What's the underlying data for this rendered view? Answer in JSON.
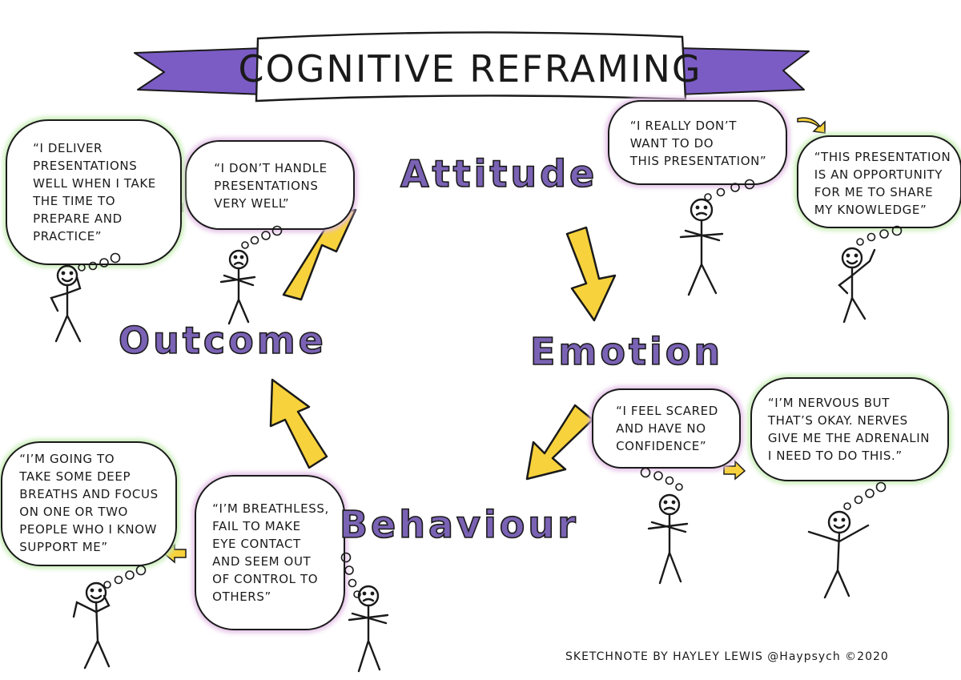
{
  "title": "COGNITIVE REFRAMING",
  "stages": [
    {
      "id": "attitude",
      "label": "Attitude"
    },
    {
      "id": "emotion",
      "label": "Emotion"
    },
    {
      "id": "behaviour",
      "label": "Behaviour"
    },
    {
      "id": "outcome",
      "label": "Outcome"
    }
  ],
  "thoughts": {
    "attitude": {
      "negative": "“I REALLY DON’T\nWANT TO DO\nTHIS PRESENTATION”",
      "reframed": "“THIS PRESENTATION\nIS AN OPPORTUNITY\nFOR ME TO SHARE\nMY KNOWLEDGE”"
    },
    "emotion": {
      "negative": "“I FEEL SCARED\nAND HAVE NO\nCONFIDENCE”",
      "reframed": "“I’M NERVOUS BUT\nTHAT’S OKAY. NERVES\nGIVE ME THE ADRENALIN\nI NEED TO DO THIS.”"
    },
    "behaviour": {
      "negative": "“I’M BREATHLESS,\nFAIL TO MAKE\nEYE CONTACT\nAND SEEM OUT\nOF CONTROL TO\nOTHERS”",
      "reframed": "“I’M GOING TO\nTAKE SOME DEEP\nBREATHS AND FOCUS\nON ONE OR TWO\nPEOPLE WHO I KNOW\nSUPPORT ME”"
    },
    "outcome": {
      "negative": "“I DON’T HANDLE\nPRESENTATIONS\nVERY WELL”",
      "reframed": "“I DELIVER\nPRESENTATIONS\nWELL WHEN I TAKE\nTHE TIME TO\nPREPARE AND\nPRACTICE”"
    }
  },
  "credit": "SKETCHNOTE BY HAYLEY LEWIS @Haypsych ©2020",
  "colors": {
    "stage_fill": "#7a62b4",
    "banner_purple": "#7b5cc4",
    "arrow_yellow": "#f7d23c",
    "negative_glow": "#e3bfe6",
    "positive_glow": "#c7edb5",
    "ink": "#1a1a1a"
  }
}
